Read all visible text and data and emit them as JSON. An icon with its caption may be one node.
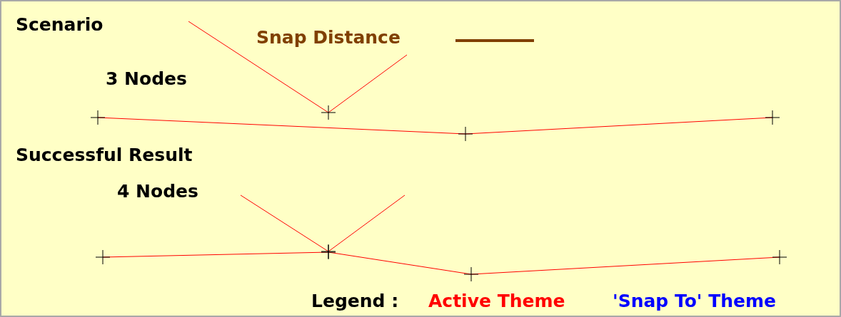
{
  "diagram": {
    "labels": [
      "Scenario",
      "3 Nodes",
      "Successful Result",
      "4 Nodes",
      "Legend :"
    ],
    "legend": [
      {
        "text": "Snap Distance"
      },
      {
        "text": "Active Theme",
        "color": "#ff0000"
      },
      {
        "text": "'Snap To' Theme",
        "color": "#0000ff"
      }
    ]
  }
}
